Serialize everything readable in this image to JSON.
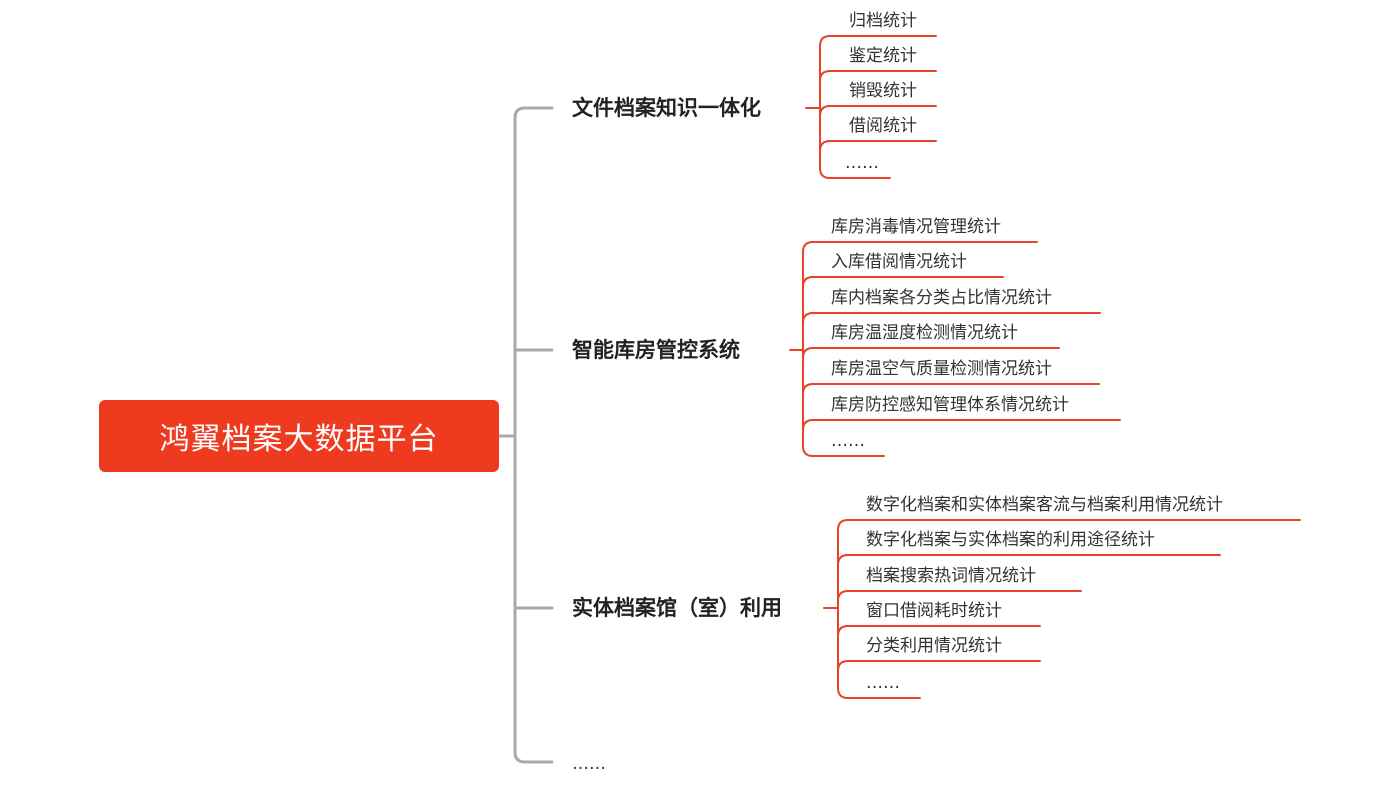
{
  "root": {
    "title": "鸿翼档案大数据平台"
  },
  "colors": {
    "root_fill": "#ee3a1f",
    "trunk_line": "#a9a9a9",
    "leaf_line": "#e8432a"
  },
  "branches": [
    {
      "label": "文件档案知识一体化",
      "leaves": [
        "归档统计",
        "鉴定统计",
        "销毁统计",
        "借阅统计",
        "……"
      ]
    },
    {
      "label": "智能库房管控系统",
      "leaves": [
        "库房消毒情况管理统计",
        "入库借阅情况统计",
        "库内档案各分类占比情况统计",
        "库房温湿度检测情况统计",
        "库房温空气质量检测情况统计",
        "库房防控感知管理体系情况统计",
        "……"
      ]
    },
    {
      "label": "实体档案馆（室）利用",
      "leaves": [
        "数字化档案和实体档案客流与档案利用情况统计",
        "数字化档案与实体档案的利用途径统计",
        "档案搜索热词情况统计",
        "窗口借阅耗时统计",
        "分类利用情况统计",
        "……"
      ]
    }
  ],
  "more_branch": "……"
}
